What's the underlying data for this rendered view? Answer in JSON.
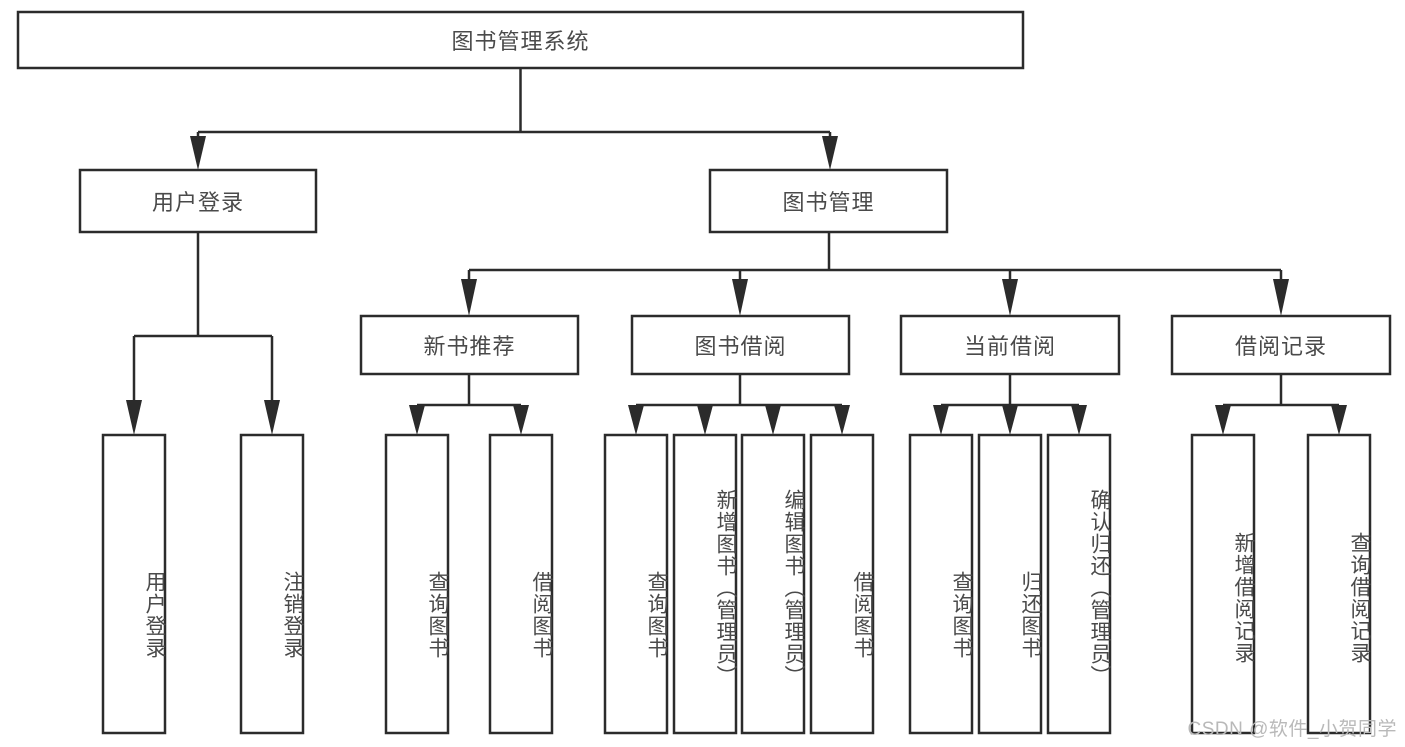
{
  "diagram": {
    "title": "图书管理系统",
    "type": "tree-hierarchy-chart",
    "watermark": "CSDN @软件_小贺同学",
    "colors": {
      "box_stroke": "#2b2b2b",
      "box_fill": "#ffffff",
      "text": "#4a4a4a",
      "connector": "#2b2b2b",
      "watermark": "#b9b9b9",
      "background": "#ffffff"
    },
    "root": {
      "label": "图书管理系统"
    },
    "level2": [
      {
        "label": "用户登录"
      },
      {
        "label": "图书管理"
      }
    ],
    "level3": [
      {
        "label": "新书推荐"
      },
      {
        "label": "图书借阅"
      },
      {
        "label": "当前借阅"
      },
      {
        "label": "借阅记录"
      }
    ],
    "leaves": {
      "user_login": [
        {
          "label": "用户登录"
        },
        {
          "label": "注销登录"
        }
      ],
      "new_book_recommend": [
        {
          "label": "查询图书"
        },
        {
          "label": "借阅图书"
        }
      ],
      "book_borrow": [
        {
          "label": "查询图书"
        },
        {
          "label": "新增图书（管理员）"
        },
        {
          "label": "编辑图书（管理员）"
        },
        {
          "label": "借阅图书"
        }
      ],
      "current_borrow": [
        {
          "label": "查询图书"
        },
        {
          "label": "归还图书"
        },
        {
          "label": "确认归还（管理员）"
        }
      ],
      "borrow_record": [
        {
          "label": "新增借阅记录"
        },
        {
          "label": "查询借阅记录"
        }
      ]
    }
  }
}
